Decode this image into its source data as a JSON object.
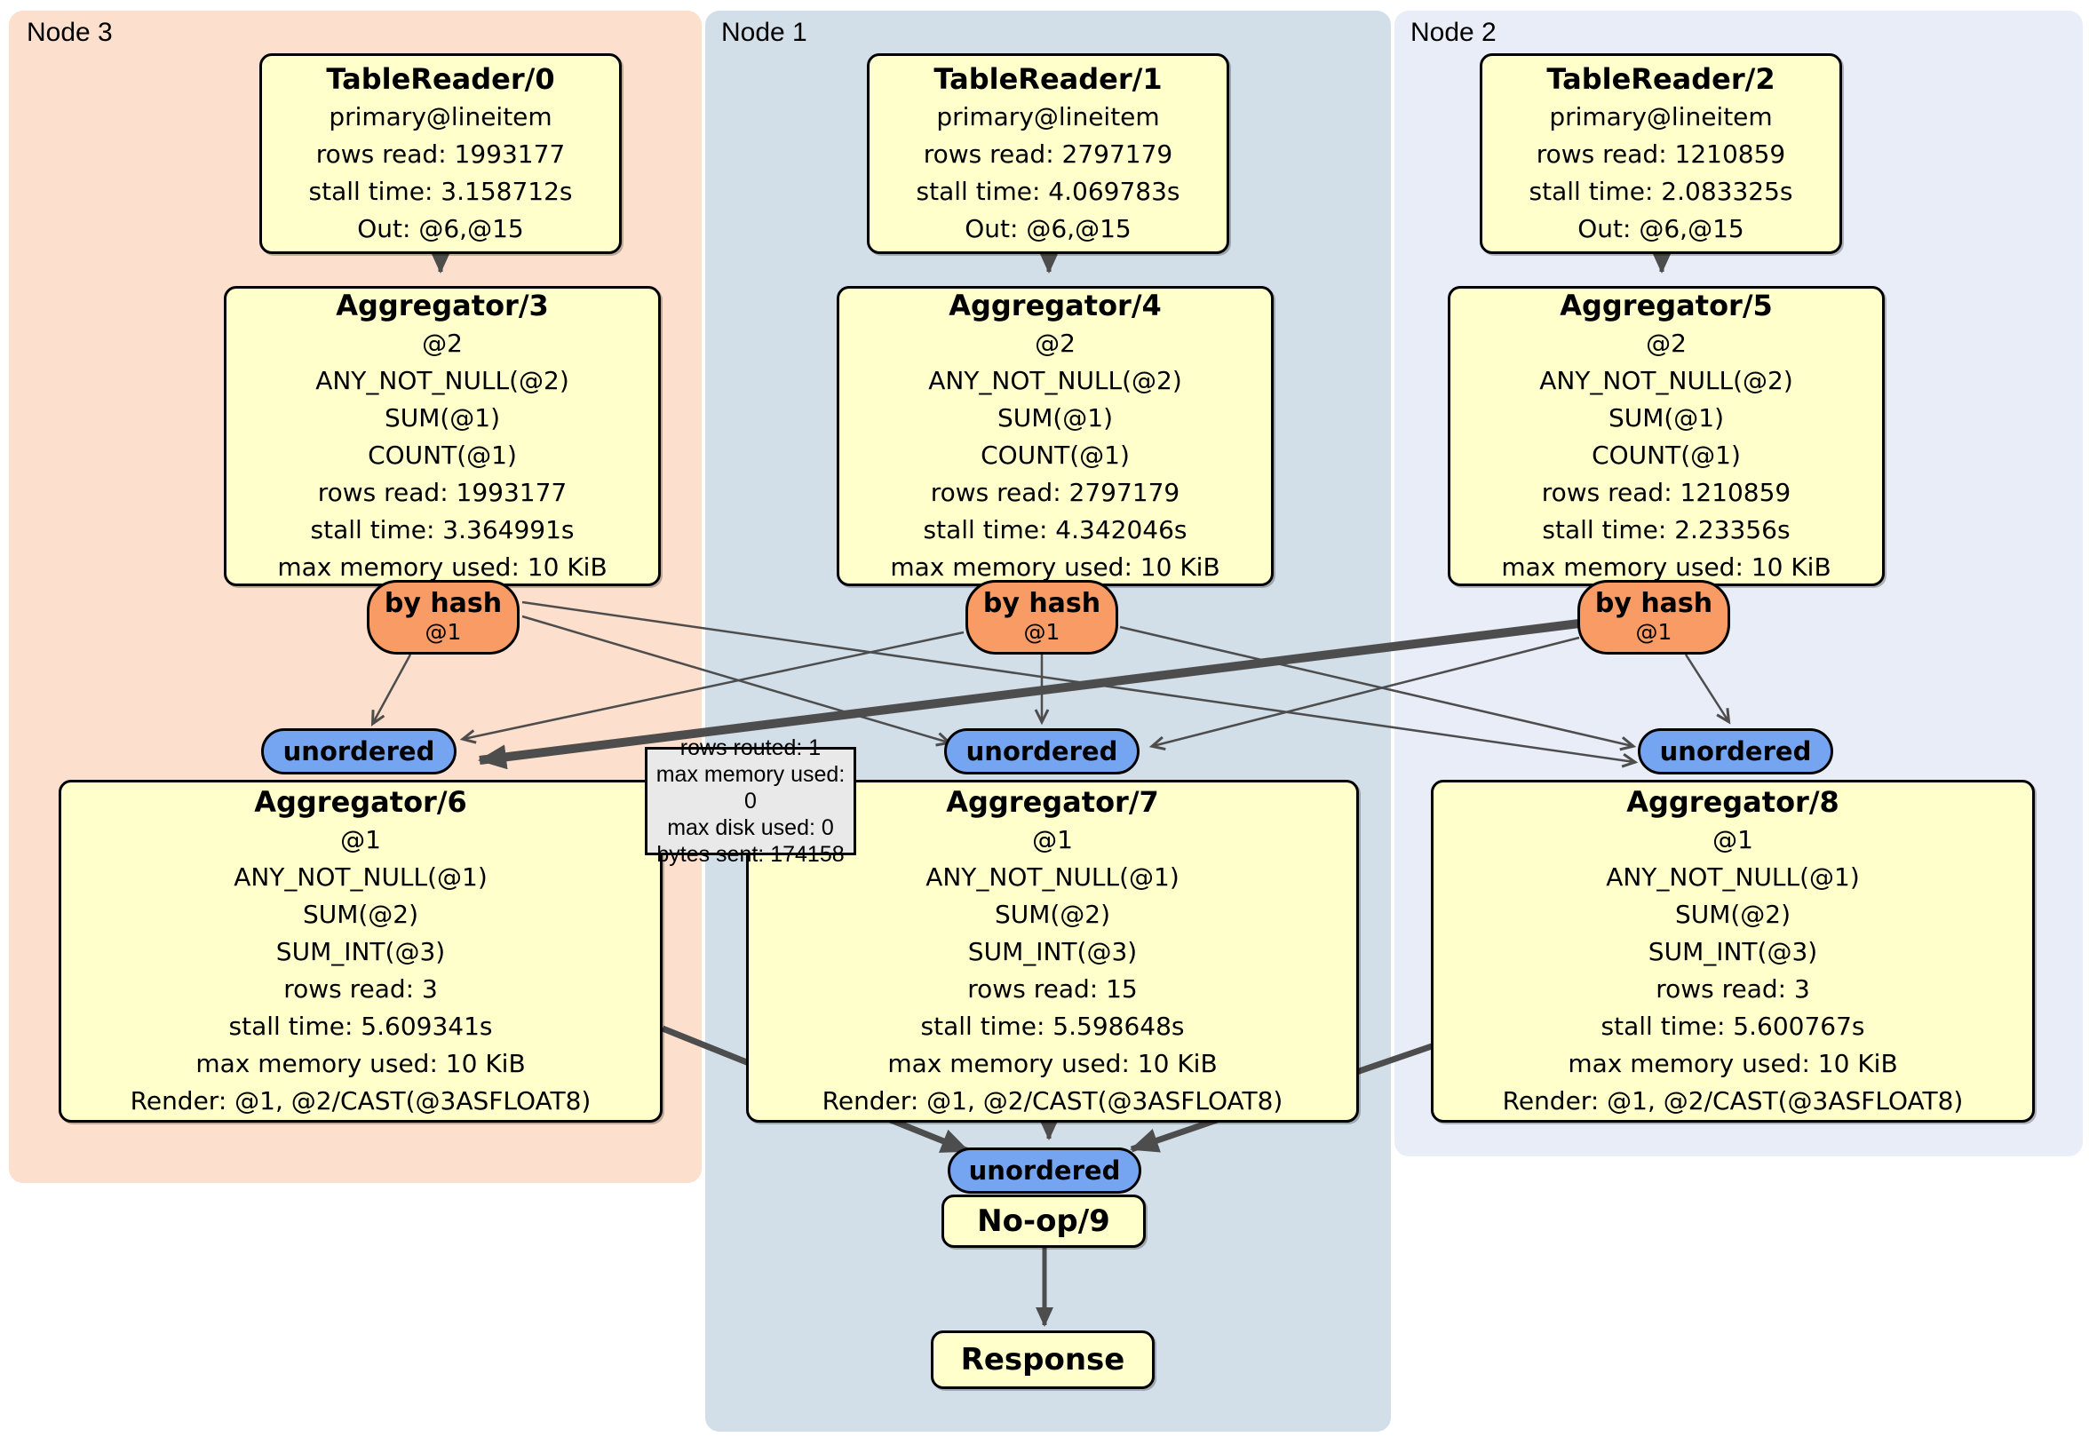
{
  "panels": {
    "node3": {
      "label": "Node 3"
    },
    "node1": {
      "label": "Node 1"
    },
    "node2": {
      "label": "Node 2"
    }
  },
  "processors": {
    "tr0": {
      "title": "TableReader/0",
      "lines": [
        "primary@lineitem",
        "rows read: 1993177",
        "stall time: 3.158712s",
        "Out: @6,@15"
      ]
    },
    "tr1": {
      "title": "TableReader/1",
      "lines": [
        "primary@lineitem",
        "rows read: 2797179",
        "stall time: 4.069783s",
        "Out: @6,@15"
      ]
    },
    "tr2": {
      "title": "TableReader/2",
      "lines": [
        "primary@lineitem",
        "rows read: 1210859",
        "stall time: 2.083325s",
        "Out: @6,@15"
      ]
    },
    "agg3": {
      "title": "Aggregator/3",
      "lines": [
        "@2",
        "ANY_NOT_NULL(@2)",
        "SUM(@1)",
        "COUNT(@1)",
        "rows read: 1993177",
        "stall time: 3.364991s",
        "max memory used: 10 KiB"
      ]
    },
    "agg4": {
      "title": "Aggregator/4",
      "lines": [
        "@2",
        "ANY_NOT_NULL(@2)",
        "SUM(@1)",
        "COUNT(@1)",
        "rows read: 2797179",
        "stall time: 4.342046s",
        "max memory used: 10 KiB"
      ]
    },
    "agg5": {
      "title": "Aggregator/5",
      "lines": [
        "@2",
        "ANY_NOT_NULL(@2)",
        "SUM(@1)",
        "COUNT(@1)",
        "rows read: 1210859",
        "stall time: 2.23356s",
        "max memory used: 10 KiB"
      ]
    },
    "agg6": {
      "title": "Aggregator/6",
      "lines": [
        "@1",
        "ANY_NOT_NULL(@1)",
        "SUM(@2)",
        "SUM_INT(@3)",
        "rows read: 3",
        "stall time: 5.609341s",
        "max memory used: 10 KiB",
        "Render: @1, @2/CAST(@3ASFLOAT8)"
      ]
    },
    "agg7": {
      "title": "Aggregator/7",
      "lines": [
        "@1",
        "ANY_NOT_NULL(@1)",
        "SUM(@2)",
        "SUM_INT(@3)",
        "rows read: 15",
        "stall time: 5.598648s",
        "max memory used: 10 KiB",
        "Render: @1, @2/CAST(@3ASFLOAT8)"
      ]
    },
    "agg8": {
      "title": "Aggregator/8",
      "lines": [
        "@1",
        "ANY_NOT_NULL(@1)",
        "SUM(@2)",
        "SUM_INT(@3)",
        "rows read: 3",
        "stall time: 5.600767s",
        "max memory used: 10 KiB",
        "Render: @1, @2/CAST(@3ASFLOAT8)"
      ]
    },
    "noop": {
      "title": "No-op/9"
    },
    "response": {
      "title": "Response"
    }
  },
  "routers": {
    "left": {
      "label": "by hash",
      "sub": "@1"
    },
    "mid": {
      "label": "by hash",
      "sub": "@1"
    },
    "right": {
      "label": "by hash",
      "sub": "@1"
    }
  },
  "syncs": {
    "left": "unordered",
    "mid": "unordered",
    "right": "unordered",
    "final": "unordered"
  },
  "tooltip": {
    "lines": [
      "rows routed: 1",
      "max memory used: 0",
      "max disk used: 0",
      "bytes sent: 174158"
    ]
  },
  "colors": {
    "node3_bg": "#fcdfcc",
    "node1_bg": "#d2dfe9",
    "node2_bg": "#e9edf7",
    "box_bg": "#ffffcc",
    "router_bg": "#f89b65",
    "sync_bg": "#75a4f0",
    "edge": "#4d4d4d",
    "tooltip_bg": "#e9e9e9"
  }
}
